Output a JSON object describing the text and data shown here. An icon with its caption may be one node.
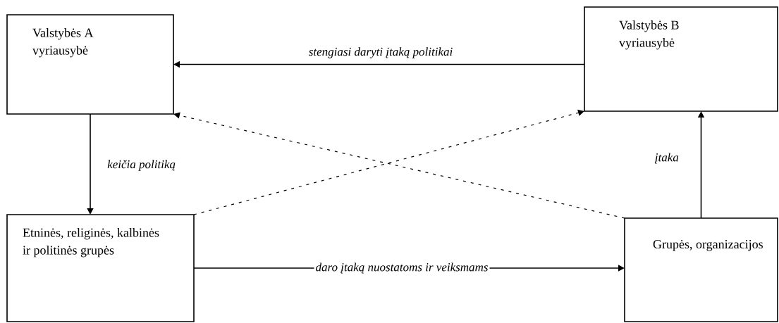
{
  "diagram": {
    "nodes": [
      {
        "text": [
          "Valstybės A vyriausybė"
        ]
      },
      {
        "text": [
          "Valstybės B vyriausybė"
        ]
      },
      {
        "text": [
          "Etninės, religinės, kalbinės ir politinės grupės"
        ]
      },
      {
        "text": [
          "Grupės, organizacijos"
        ]
      }
    ],
    "edges": [
      {
        "from": 1,
        "to": 0,
        "arrow": "to",
        "label": "stengiasi daryti įtaką politikai"
      },
      {
        "from": 0,
        "to": 2,
        "arrow": "to",
        "label": "keičia politiką"
      },
      {
        "from": 2,
        "to": 1,
        "arrow": "to",
        "style": "dashed"
      },
      {
        "from": 3,
        "to": 0,
        "arrow": "to",
        "style": "dashed"
      },
      {
        "from": 2,
        "to": 3,
        "arrow": "to",
        "label": "daro įtaką nuostatoms ir veiksmams"
      },
      {
        "from": 3,
        "to": 1,
        "arrow": "to",
        "label": "įtaka"
      }
    ]
  }
}
